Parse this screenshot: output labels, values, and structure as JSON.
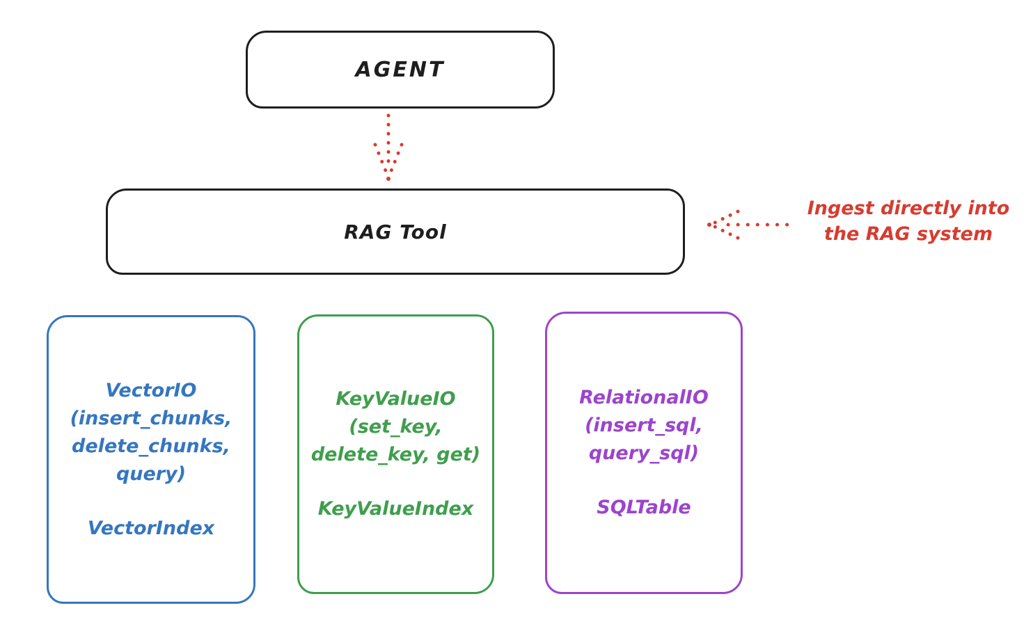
{
  "diagram": {
    "background_color": "#ffffff",
    "ink_color": "#1e1e1e",
    "nodes": {
      "agent": {
        "label": "AGENT",
        "border_color": "#1e1e1e"
      },
      "rag_tool": {
        "label": "RAG Tool",
        "border_color": "#1e1e1e"
      },
      "vector_io": {
        "lines": [
          "VectorIO",
          "(insert_chunks,",
          "delete_chunks,",
          "query)"
        ],
        "index_label": "VectorIndex",
        "color": "#3576bf"
      },
      "key_value_io": {
        "lines": [
          "KeyValueIO",
          "(set_key,",
          "delete_key, get)"
        ],
        "index_label": "KeyValueIndex",
        "color": "#3f9e4d"
      },
      "relational_io": {
        "lines": [
          "RelationalIO",
          "(insert_sql,",
          "query_sql)"
        ],
        "index_label": "SQLTable",
        "color": "#9c44cc"
      }
    },
    "annotation": {
      "lines": [
        "Ingest directly into",
        "the RAG system"
      ],
      "color": "#d63c30"
    },
    "arrows": [
      {
        "name": "agent-to-rag-tool",
        "style": "dotted",
        "direction": "down",
        "color": "#d63c30"
      },
      {
        "name": "annotation-to-rag-tool",
        "style": "dotted",
        "direction": "left",
        "color": "#d63c30"
      }
    ]
  }
}
